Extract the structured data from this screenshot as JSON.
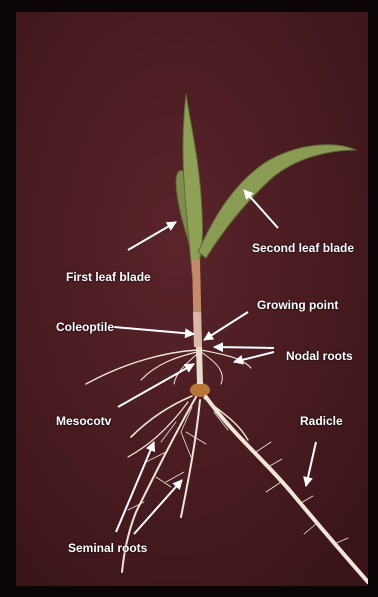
{
  "labels": {
    "first_leaf_blade": "First leaf blade",
    "second_leaf_blade": "Second leaf blade",
    "growing_point": "Growing point",
    "coleoptile": "Coleoptile",
    "nodal_roots": "Nodal roots",
    "mesocotyl": "Mesocotv",
    "radicle": "Radicle",
    "seminal_roots": "Seminal roots"
  },
  "colors": {
    "background": "#4a1c22",
    "frame": "#0b0505",
    "leaf": "#8a9a52",
    "stem": "#c98c6e",
    "root": "#efe6d8",
    "label_text": "#ffffff"
  }
}
